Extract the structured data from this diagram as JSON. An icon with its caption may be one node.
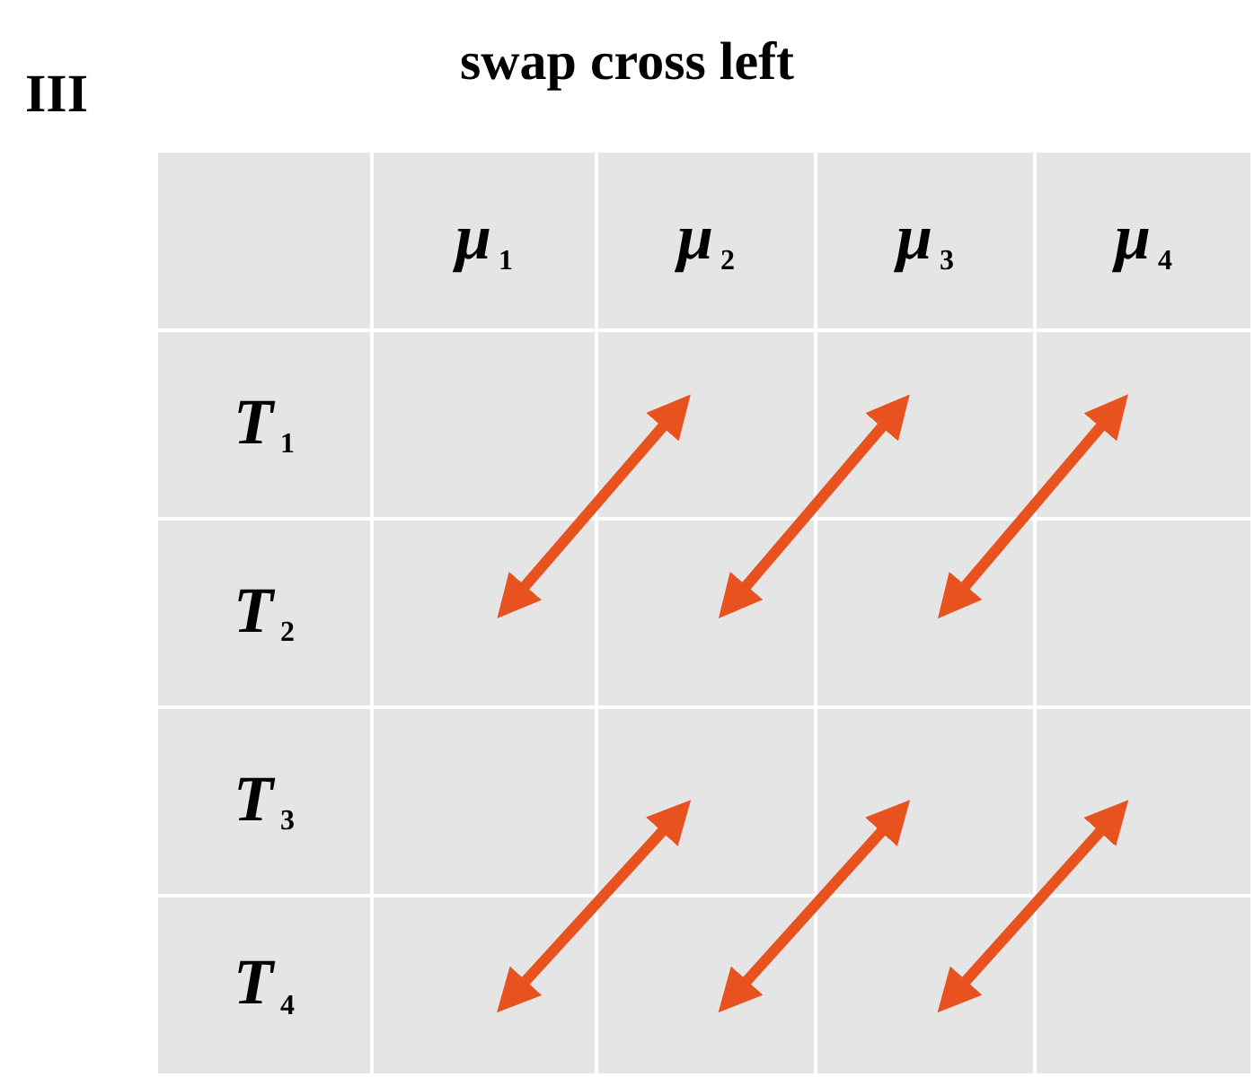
{
  "diagram": {
    "title": "swap cross left",
    "nodes": [
      {
        "text": [],
        "shape": "box"
      },
      {
        "text": [
          "μ$_{1}$"
        ]
      },
      {
        "text": [
          "μ$_{2}$"
        ]
      },
      {
        "text": [
          "μ$_{3}$"
        ]
      },
      {
        "text": [
          "μ$_{4}$"
        ]
      },
      {
        "text": [
          "T$_{1}$"
        ]
      },
      {
        "text": [],
        "shape": "box"
      },
      {
        "text": [],
        "shape": "box"
      },
      {
        "text": [],
        "shape": "box"
      },
      {
        "text": [],
        "shape": "box"
      },
      {
        "text": [
          "T$_{2}$"
        ]
      },
      {
        "text": [],
        "shape": "box"
      },
      {
        "text": [],
        "shape": "box"
      },
      {
        "text": [],
        "shape": "box"
      },
      {
        "text": [],
        "shape": "box"
      },
      {
        "text": [
          "T$_{3}$"
        ]
      },
      {
        "text": [],
        "shape": "box"
      },
      {
        "text": [],
        "shape": "box"
      },
      {
        "text": [],
        "shape": "box"
      },
      {
        "text": [],
        "shape": "box"
      },
      {
        "text": [
          "T$_{4}$"
        ]
      },
      {
        "text": [],
        "shape": "box"
      },
      {
        "text": [],
        "shape": "box"
      },
      {
        "text": [],
        "shape": "box"
      },
      {
        "text": [],
        "shape": "box"
      }
    ],
    "edges": [
      {
        "from": 11,
        "to": 7,
        "arrow": "both"
      },
      {
        "from": 12,
        "to": 8,
        "arrow": "both"
      },
      {
        "from": 13,
        "to": 9,
        "arrow": "both"
      },
      {
        "from": 21,
        "to": 17,
        "arrow": "both"
      },
      {
        "from": 22,
        "to": 18,
        "arrow": "both"
      },
      {
        "from": 23,
        "to": 19,
        "arrow": "both"
      }
    ],
    "labels": [
      "III"
    ]
  }
}
